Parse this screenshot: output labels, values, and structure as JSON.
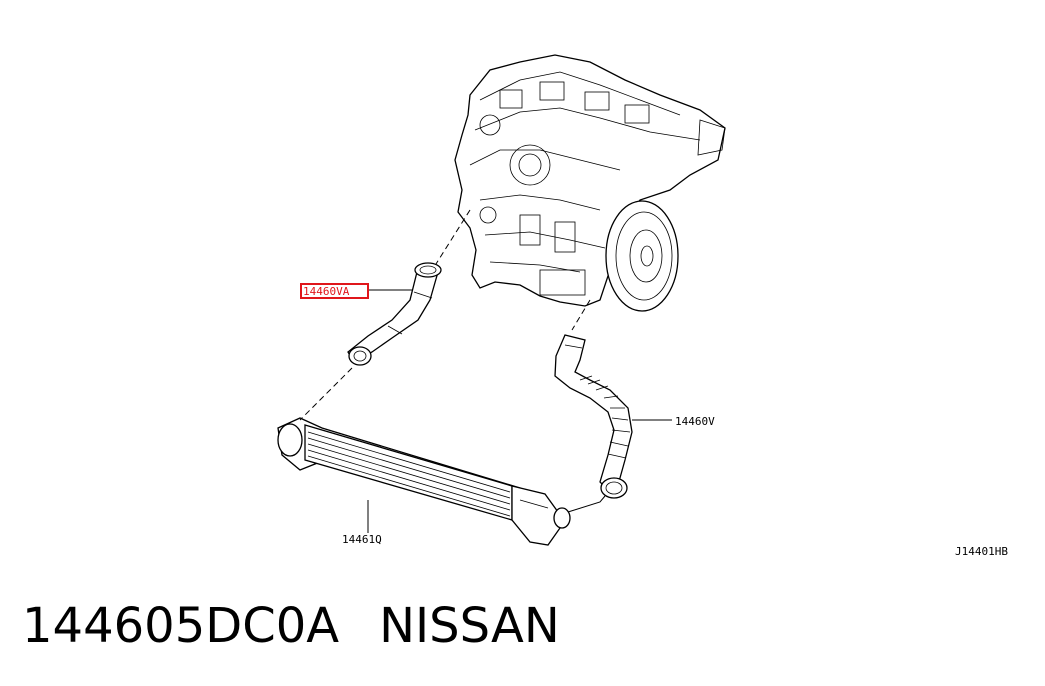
{
  "callouts": {
    "highlighted": "14460VA",
    "hose_right": "14460V",
    "intercooler": "14461Q",
    "diagram_code": "J14401HB"
  },
  "caption": {
    "part_number": "144605DC0A",
    "brand": "NISSAN"
  },
  "colors": {
    "highlight": "#e0161b",
    "line": "#000000"
  }
}
